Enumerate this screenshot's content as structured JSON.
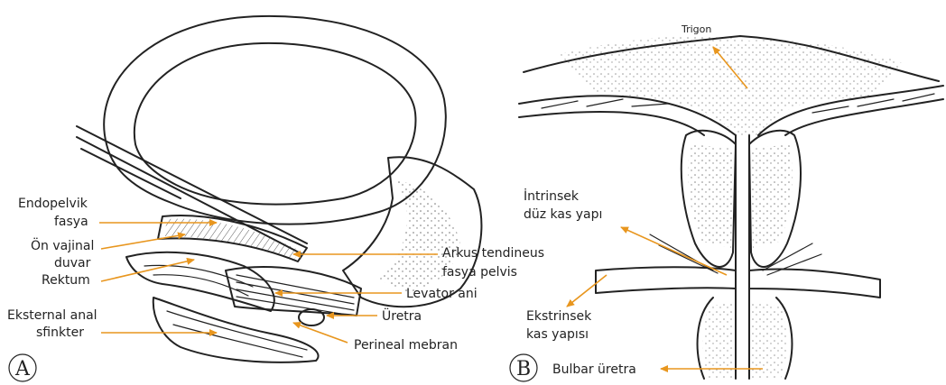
{
  "panel_a": {
    "letter": "A",
    "labels": {
      "endopelvik_1": "Endopelvik",
      "endopelvik_2": "fasya",
      "on_vajinal_1": "Ön vajinal",
      "on_vajinal_2": "duvar",
      "rektum": "Rektum",
      "eksternal_1": "Eksternal anal",
      "eksternal_2": "sfinkter",
      "arkus_1": "Arkus tendineus",
      "arkus_2": "fasya pelvis",
      "levator": "Levator ani",
      "uretra": "Üretra",
      "perineal": "Perineal mebran"
    }
  },
  "panel_b": {
    "letter": "B",
    "labels": {
      "trigon": "Trigon",
      "intrinsek_1": "İntrinsek",
      "intrinsek_2": "düz kas yapı",
      "ekstrinsek_1": "Ekstrinsek",
      "ekstrinsek_2": "kas yapısı",
      "bulbar": "Bulbar üretra"
    }
  },
  "colors": {
    "arrow": "#E8961E",
    "ink": "#222222"
  }
}
